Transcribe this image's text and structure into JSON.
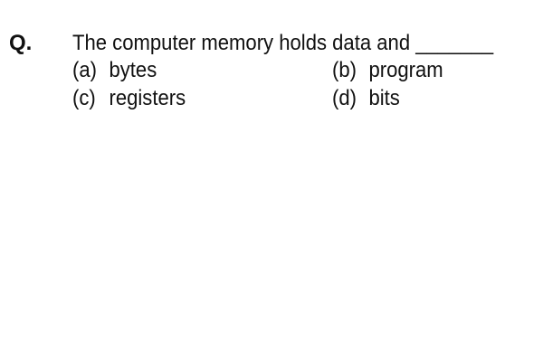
{
  "question": {
    "label": "Q.",
    "text": "The computer memory holds data and _______",
    "options": [
      {
        "label": "(a)",
        "text": "bytes"
      },
      {
        "label": "(b)",
        "text": "program"
      },
      {
        "label": "(c)",
        "text": "registers"
      },
      {
        "label": "(d)",
        "text": "bits"
      }
    ]
  }
}
